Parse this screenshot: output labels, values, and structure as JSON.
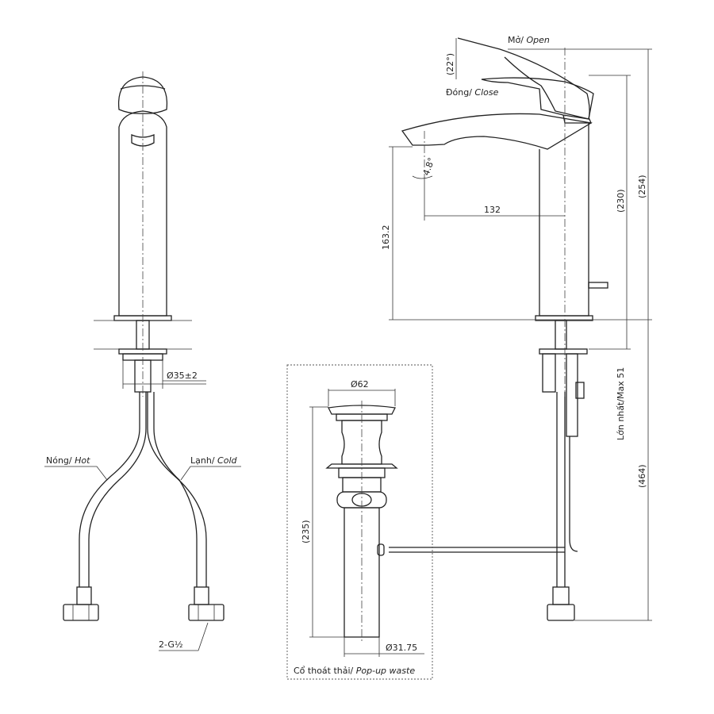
{
  "front_view": {
    "diameter_label": "Ø35±2",
    "hot_label": "Nóng/",
    "hot_label_en": "Hot",
    "cold_label": "Lạnh/",
    "cold_label_en": "Cold",
    "thread_label": "2-G½"
  },
  "side_view": {
    "open_label": "Mở/",
    "open_label_en": "Open",
    "close_label": "Đóng/",
    "close_label_en": "Close",
    "handle_angle": "(22°)",
    "spout_angle": "4.8°",
    "spout_reach": "132",
    "spout_height": "163.2",
    "height_230": "(230)",
    "height_254": "(254)",
    "max_thickness": "Lớn nhất/Max 51",
    "below_length": "(464)"
  },
  "waste": {
    "top_diameter": "Ø62",
    "length": "(235)",
    "pipe_diameter": "Ø31.75",
    "caption": "Cổ thoát thải/",
    "caption_en": "Pop-up waste"
  }
}
